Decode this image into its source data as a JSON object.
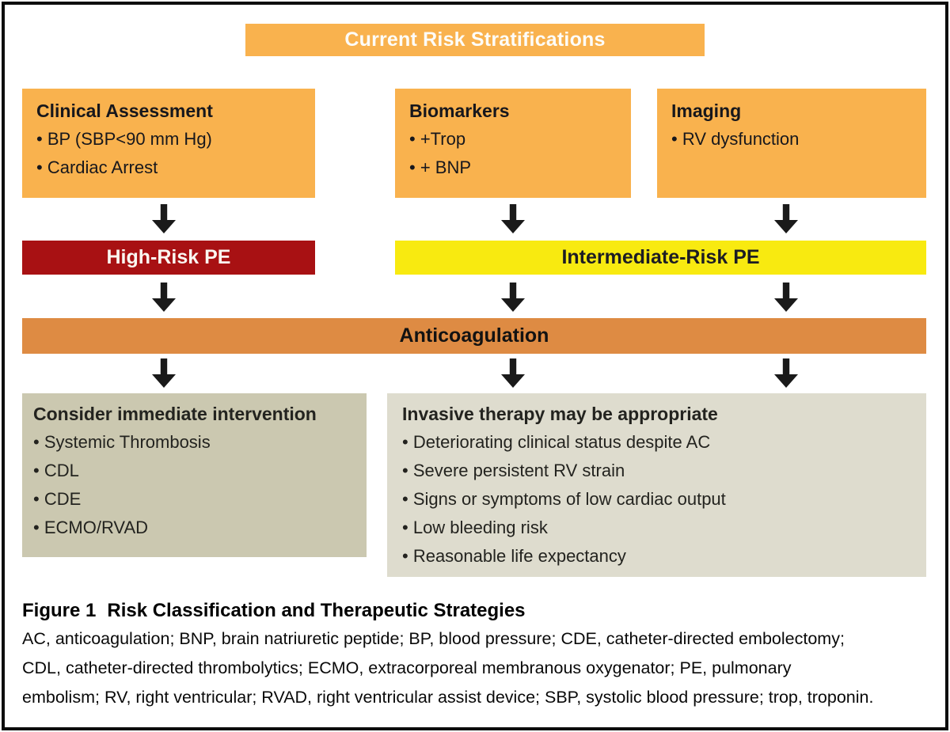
{
  "figure": {
    "header": {
      "title": "Current Risk Stratifications"
    },
    "criteria_boxes": [
      {
        "title": "Clinical Assessment",
        "bullets": [
          "BP (SBP<90 mm Hg)",
          "Cardiac Arrest"
        ]
      },
      {
        "title": "Biomarkers",
        "bullets": [
          "+Trop",
          "+ BNP"
        ]
      },
      {
        "title": "Imaging",
        "bullets": [
          "RV dysfunction"
        ]
      }
    ],
    "risk_bars": {
      "high": "High-Risk PE",
      "intermediate": "Intermediate-Risk PE"
    },
    "treatment_bar": {
      "label": "Anticoagulation"
    },
    "outcome_boxes": [
      {
        "title": "Consider immediate intervention",
        "bullets": [
          "Systemic Thrombosis",
          "CDL",
          "CDE",
          "ECMO/RVAD"
        ]
      },
      {
        "title": "Invasive therapy may be appropriate",
        "bullets": [
          "Deteriorating clinical status despite AC",
          "Severe persistent RV strain",
          "Signs or symptoms of low cardiac output",
          "Low bleeding risk",
          "Reasonable life expectancy"
        ]
      }
    ],
    "caption": {
      "label": "Figure 1",
      "title": "Risk Classification and Therapeutic Strategies",
      "abbreviation_lines": [
        "AC, anticoagulation; BNP, brain natriuretic peptide; BP, blood pressure; CDE, catheter-directed embolectomy;",
        "CDL, catheter-directed thrombolytics; ECMO, extracorporeal membranous oxygenator; PE, pulmonary",
        "embolism; RV, right ventricular; RVAD, right ventricular assist device; SBP, systolic blood pressure; trop, troponin."
      ]
    },
    "colors": {
      "amber": "#F9B24E",
      "high_risk_red": "#A81113",
      "intermediate_yellow": "#F8EA10",
      "anticoagulation_orange": "#DE8B43",
      "outcome_left_khaki": "#CBC8B0",
      "outcome_right_beige": "#DEDCCE",
      "arrow_black": "#1A1A1A"
    }
  }
}
